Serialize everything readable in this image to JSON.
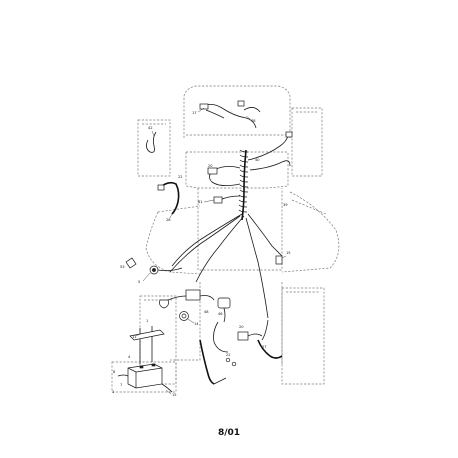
{
  "page": {
    "footer_date": "8/01"
  },
  "diagram": {
    "callouts": [
      "17",
      "76",
      "42",
      "20",
      "40",
      "22",
      "81",
      "28",
      "39",
      "15",
      "53",
      "5",
      "48",
      "14",
      "46",
      "20",
      "11",
      "1",
      "4",
      "8",
      "1",
      "7",
      "15",
      "22",
      "27"
    ]
  }
}
